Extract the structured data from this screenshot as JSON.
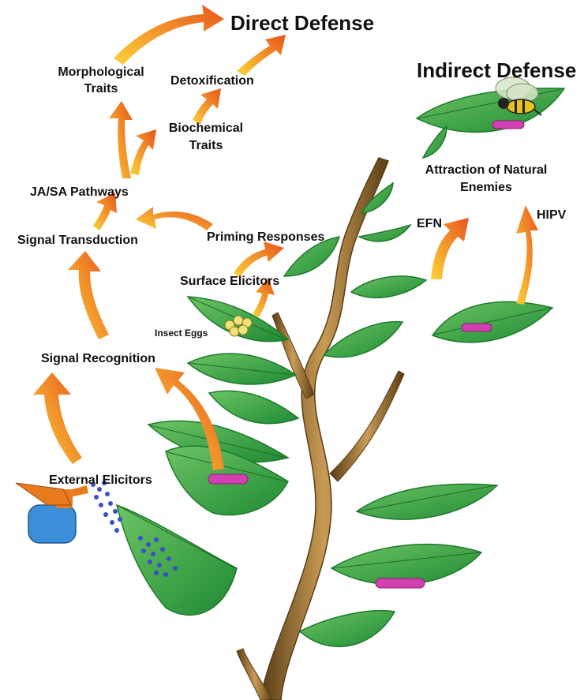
{
  "labels": {
    "direct_defense": "Direct Defense",
    "indirect_defense": "Indirect Defense",
    "morphological_traits_1": "Morphological",
    "morphological_traits_2": "Traits",
    "detoxification": "Detoxification",
    "biochemical_traits_1": "Biochemical",
    "biochemical_traits_2": "Traits",
    "ja_sa_pathways": "JA/SA Pathways",
    "signal_transduction": "Signal Transduction",
    "priming_responses": "Priming Responses",
    "surface_elicitors": "Surface Elicitors",
    "insect_eggs": "Insect Eggs",
    "signal_recognition": "Signal Recognition",
    "external_elicitors": "External Elicitors",
    "attraction_1": "Attraction of Natural",
    "attraction_2": "Enemies",
    "efn": "EFN",
    "hipv": "HIPV"
  },
  "colors": {
    "arrow_light": "#fcd33a",
    "arrow_dark": "#e8541c",
    "leaf": "#3aa845",
    "leaf_dark": "#1f7a2e",
    "stem": "#a67a3a",
    "stem_dark": "#5a3d16",
    "caterpillar": "#d23fb0",
    "sprayer": "#3a8fd8",
    "spray_dots": "#3b4fc8",
    "eggs": "#f3e27a",
    "wasp": "#e5c21e"
  }
}
